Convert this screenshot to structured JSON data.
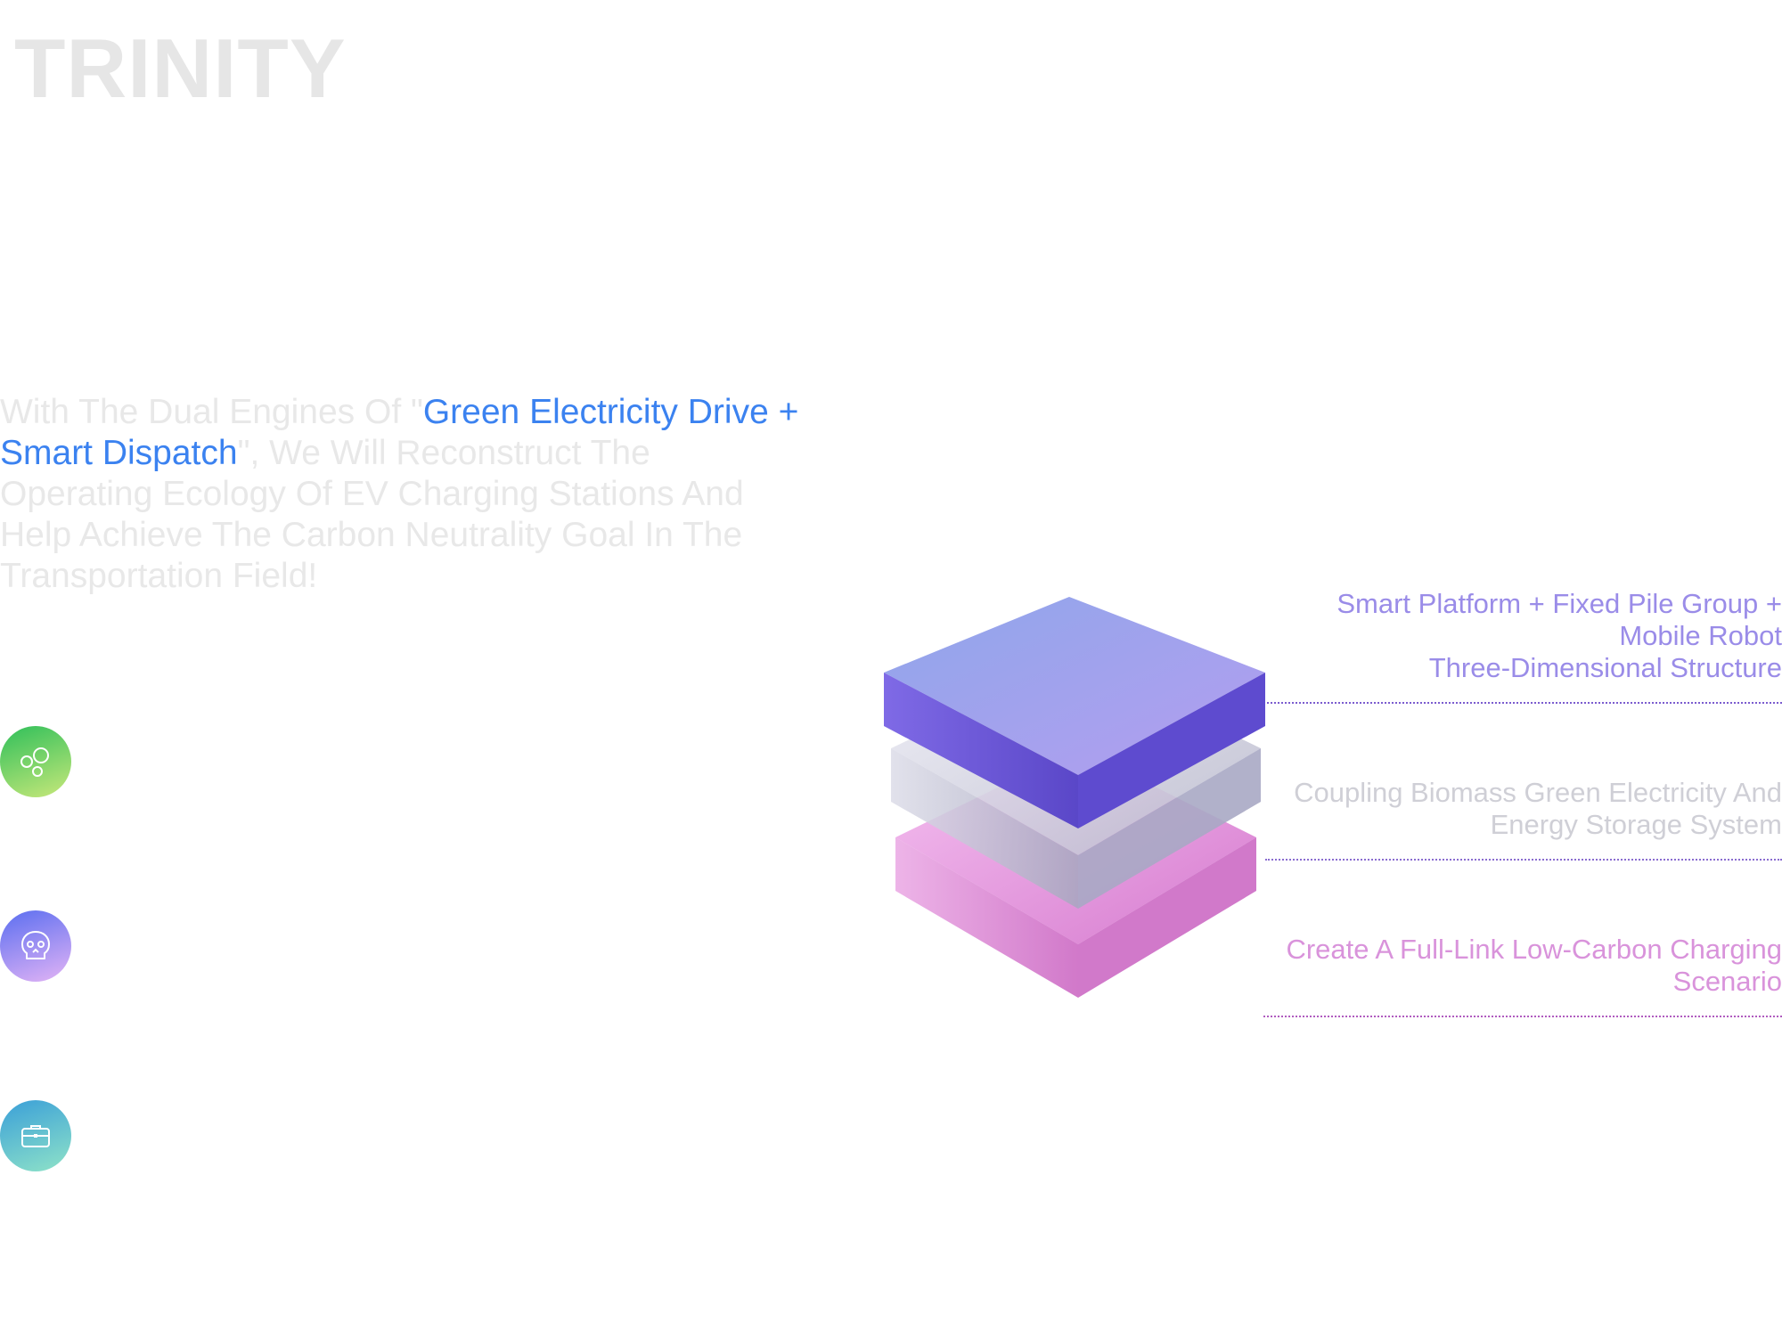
{
  "header": {
    "title": "TRINITY"
  },
  "intro": {
    "before": "With The Dual Engines Of \"",
    "highlight": "Green Electricity Drive + Smart Dispatch",
    "after": "\", We Will Reconstruct The Operating Ecology Of EV Charging Stations And Help Achieve The Carbon Neutrality Goal In The Transportation Field!",
    "highlight_color": "#3b82f0"
  },
  "features": [
    {
      "icon": "bubbles-icon"
    },
    {
      "icon": "skull-icon"
    },
    {
      "icon": "briefcase-icon"
    }
  ],
  "layers": [
    {
      "line1": "Smart Platform + Fixed Pile Group +",
      "line2": "Mobile Robot",
      "line3": "Three-Dimensional Structure",
      "color": "#9a8ce8"
    },
    {
      "line1": "Coupling Biomass Green Electricity And",
      "line2": "Energy Storage System",
      "color": "#cfcfd6"
    },
    {
      "line1": "Create A Full-Link Low-Carbon Charging",
      "line2": "Scenario",
      "color": "#d993db"
    }
  ]
}
